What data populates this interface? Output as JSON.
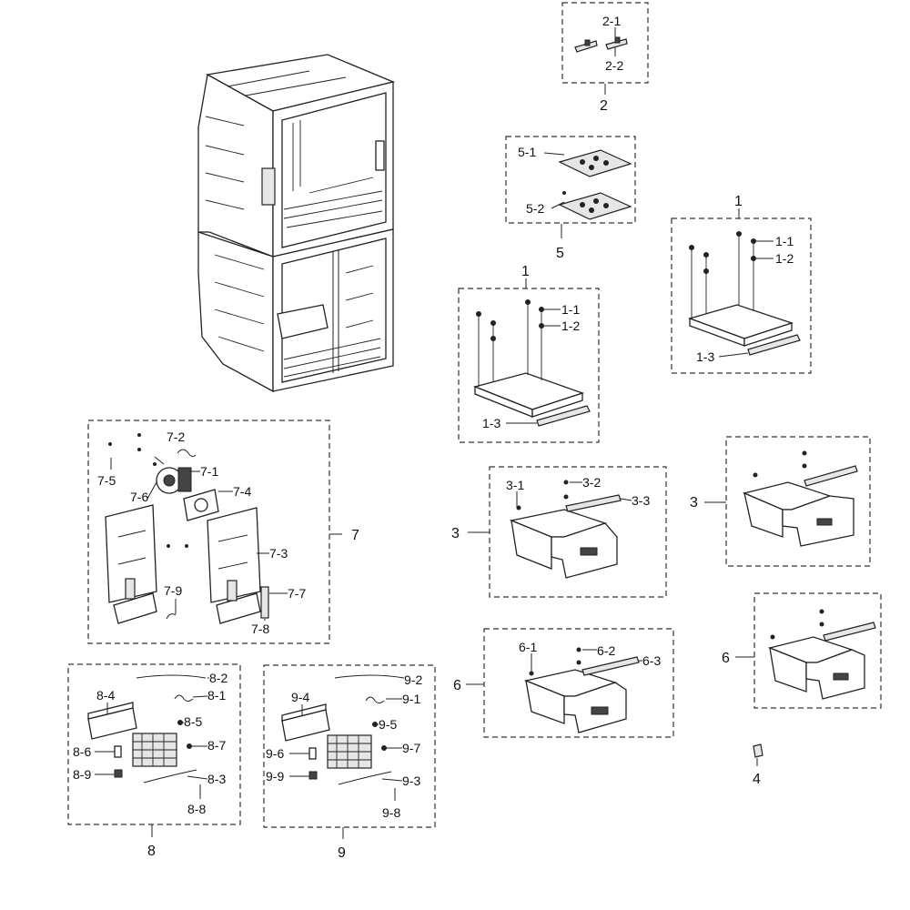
{
  "labels": {
    "g1a": "1",
    "g1b": "1",
    "l1_1a": "1-1",
    "l1_2a": "1-2",
    "l1_3a": "1-3",
    "l1_1b": "1-1",
    "l1_2b": "1-2",
    "l1_3b": "1-3",
    "g2": "2",
    "l2_1": "2-1",
    "l2_2": "2-2",
    "g3a": "3",
    "g3b": "3",
    "l3_1": "3-1",
    "l3_2": "3-2",
    "l3_3": "3-3",
    "g4": "4",
    "g5": "5",
    "l5_1": "5-1",
    "l5_2": "5-2",
    "g6a": "6",
    "g6b": "6",
    "l6_1": "6-1",
    "l6_2": "6-2",
    "l6_3": "6-3",
    "g7": "7",
    "l7_1": "7-1",
    "l7_2": "7-2",
    "l7_3": "7-3",
    "l7_4": "7-4",
    "l7_5": "7-5",
    "l7_6": "7-6",
    "l7_7": "7-7",
    "l7_8": "7-8",
    "l7_9": "7-9",
    "g8": "8",
    "l8_1": "8-1",
    "l8_2": "8-2",
    "l8_3": "8-3",
    "l8_4": "8-4",
    "l8_5": "8-5",
    "l8_6": "8-6",
    "l8_7": "8-7",
    "l8_8": "8-8",
    "l8_9": "8-9",
    "g9": "9",
    "l9_1": "9-1",
    "l9_2": "9-2",
    "l9_3": "9-3",
    "l9_4": "9-4",
    "l9_5": "9-5",
    "l9_6": "9-6",
    "l9_7": "9-7",
    "l9_8": "9-8",
    "l9_9": "9-9"
  }
}
